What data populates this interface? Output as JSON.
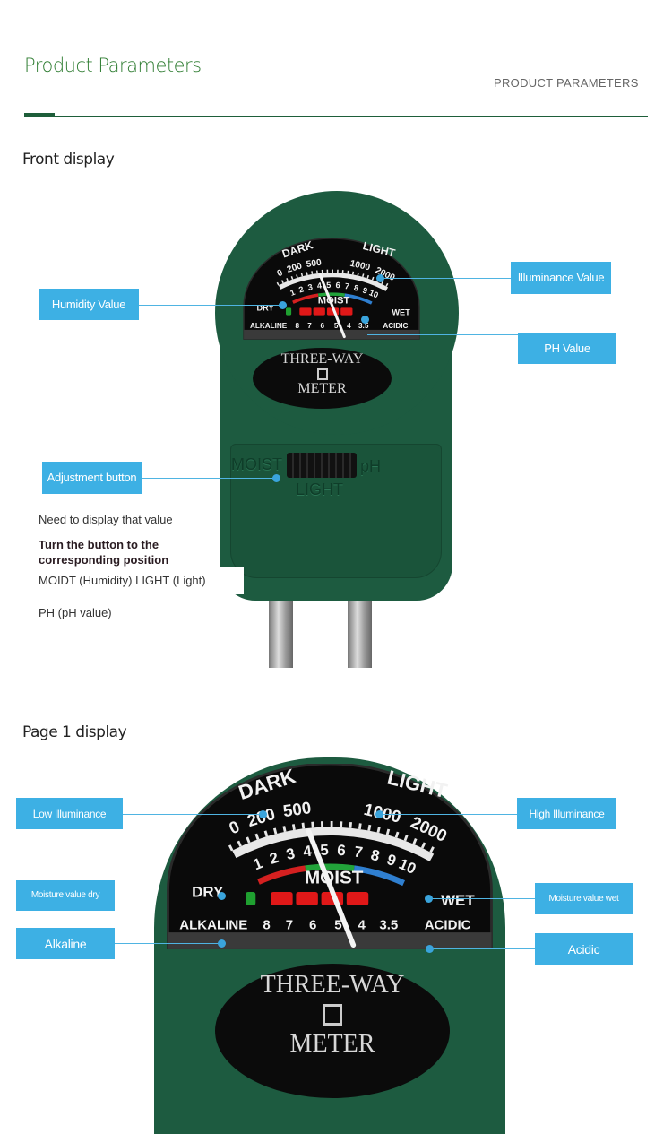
{
  "header": {
    "title": "Product Parameters",
    "subtitle": "PRODUCT PARAMETERS"
  },
  "front": {
    "section_title": "Front display",
    "callouts": {
      "humidity": "Humidity Value",
      "illuminance": "Illuminance Value",
      "ph": "PH Value",
      "adjustment": "Adjustment button"
    },
    "notes": {
      "line1": "Need to display that value",
      "line2": "Turn the button to the corresponding position",
      "line3": "MOIDT (Humidity) LIGHT (Light)",
      "line4": "PH (pH value)"
    },
    "switch": {
      "left": "MOIST",
      "bottom": "LIGHT",
      "right": "pH"
    }
  },
  "page1": {
    "section_title": "Page 1 display",
    "callouts": {
      "low_illuminance": "Low Illuminance",
      "high_illuminance": "High Illuminance",
      "moisture_dry": "Moisture value dry",
      "moisture_wet": "Moisture value wet",
      "alkaline": "Alkaline",
      "acidic": "Acidic"
    }
  },
  "device": {
    "label_top": "THREE-WAY",
    "label_bottom": "METER"
  },
  "dial": {
    "dark": "DARK",
    "light": "LIGHT",
    "lux_ticks": [
      "0",
      "200",
      "500",
      "1000",
      "2000"
    ],
    "moist_ticks": [
      "1",
      "2",
      "3",
      "4",
      "5",
      "6",
      "7",
      "8",
      "9",
      "10"
    ],
    "moist": "MOIST",
    "dry": "DRY",
    "wet": "WET",
    "alkaline": "ALKALINE",
    "acidic": "ACIDIC",
    "ph_ticks": [
      "8",
      "7",
      "6",
      "5",
      "4",
      "3.5"
    ]
  },
  "colors": {
    "brand_green": "#2f7d32",
    "callout_blue": "#3db0e4",
    "body_green": "#1d5b40"
  }
}
